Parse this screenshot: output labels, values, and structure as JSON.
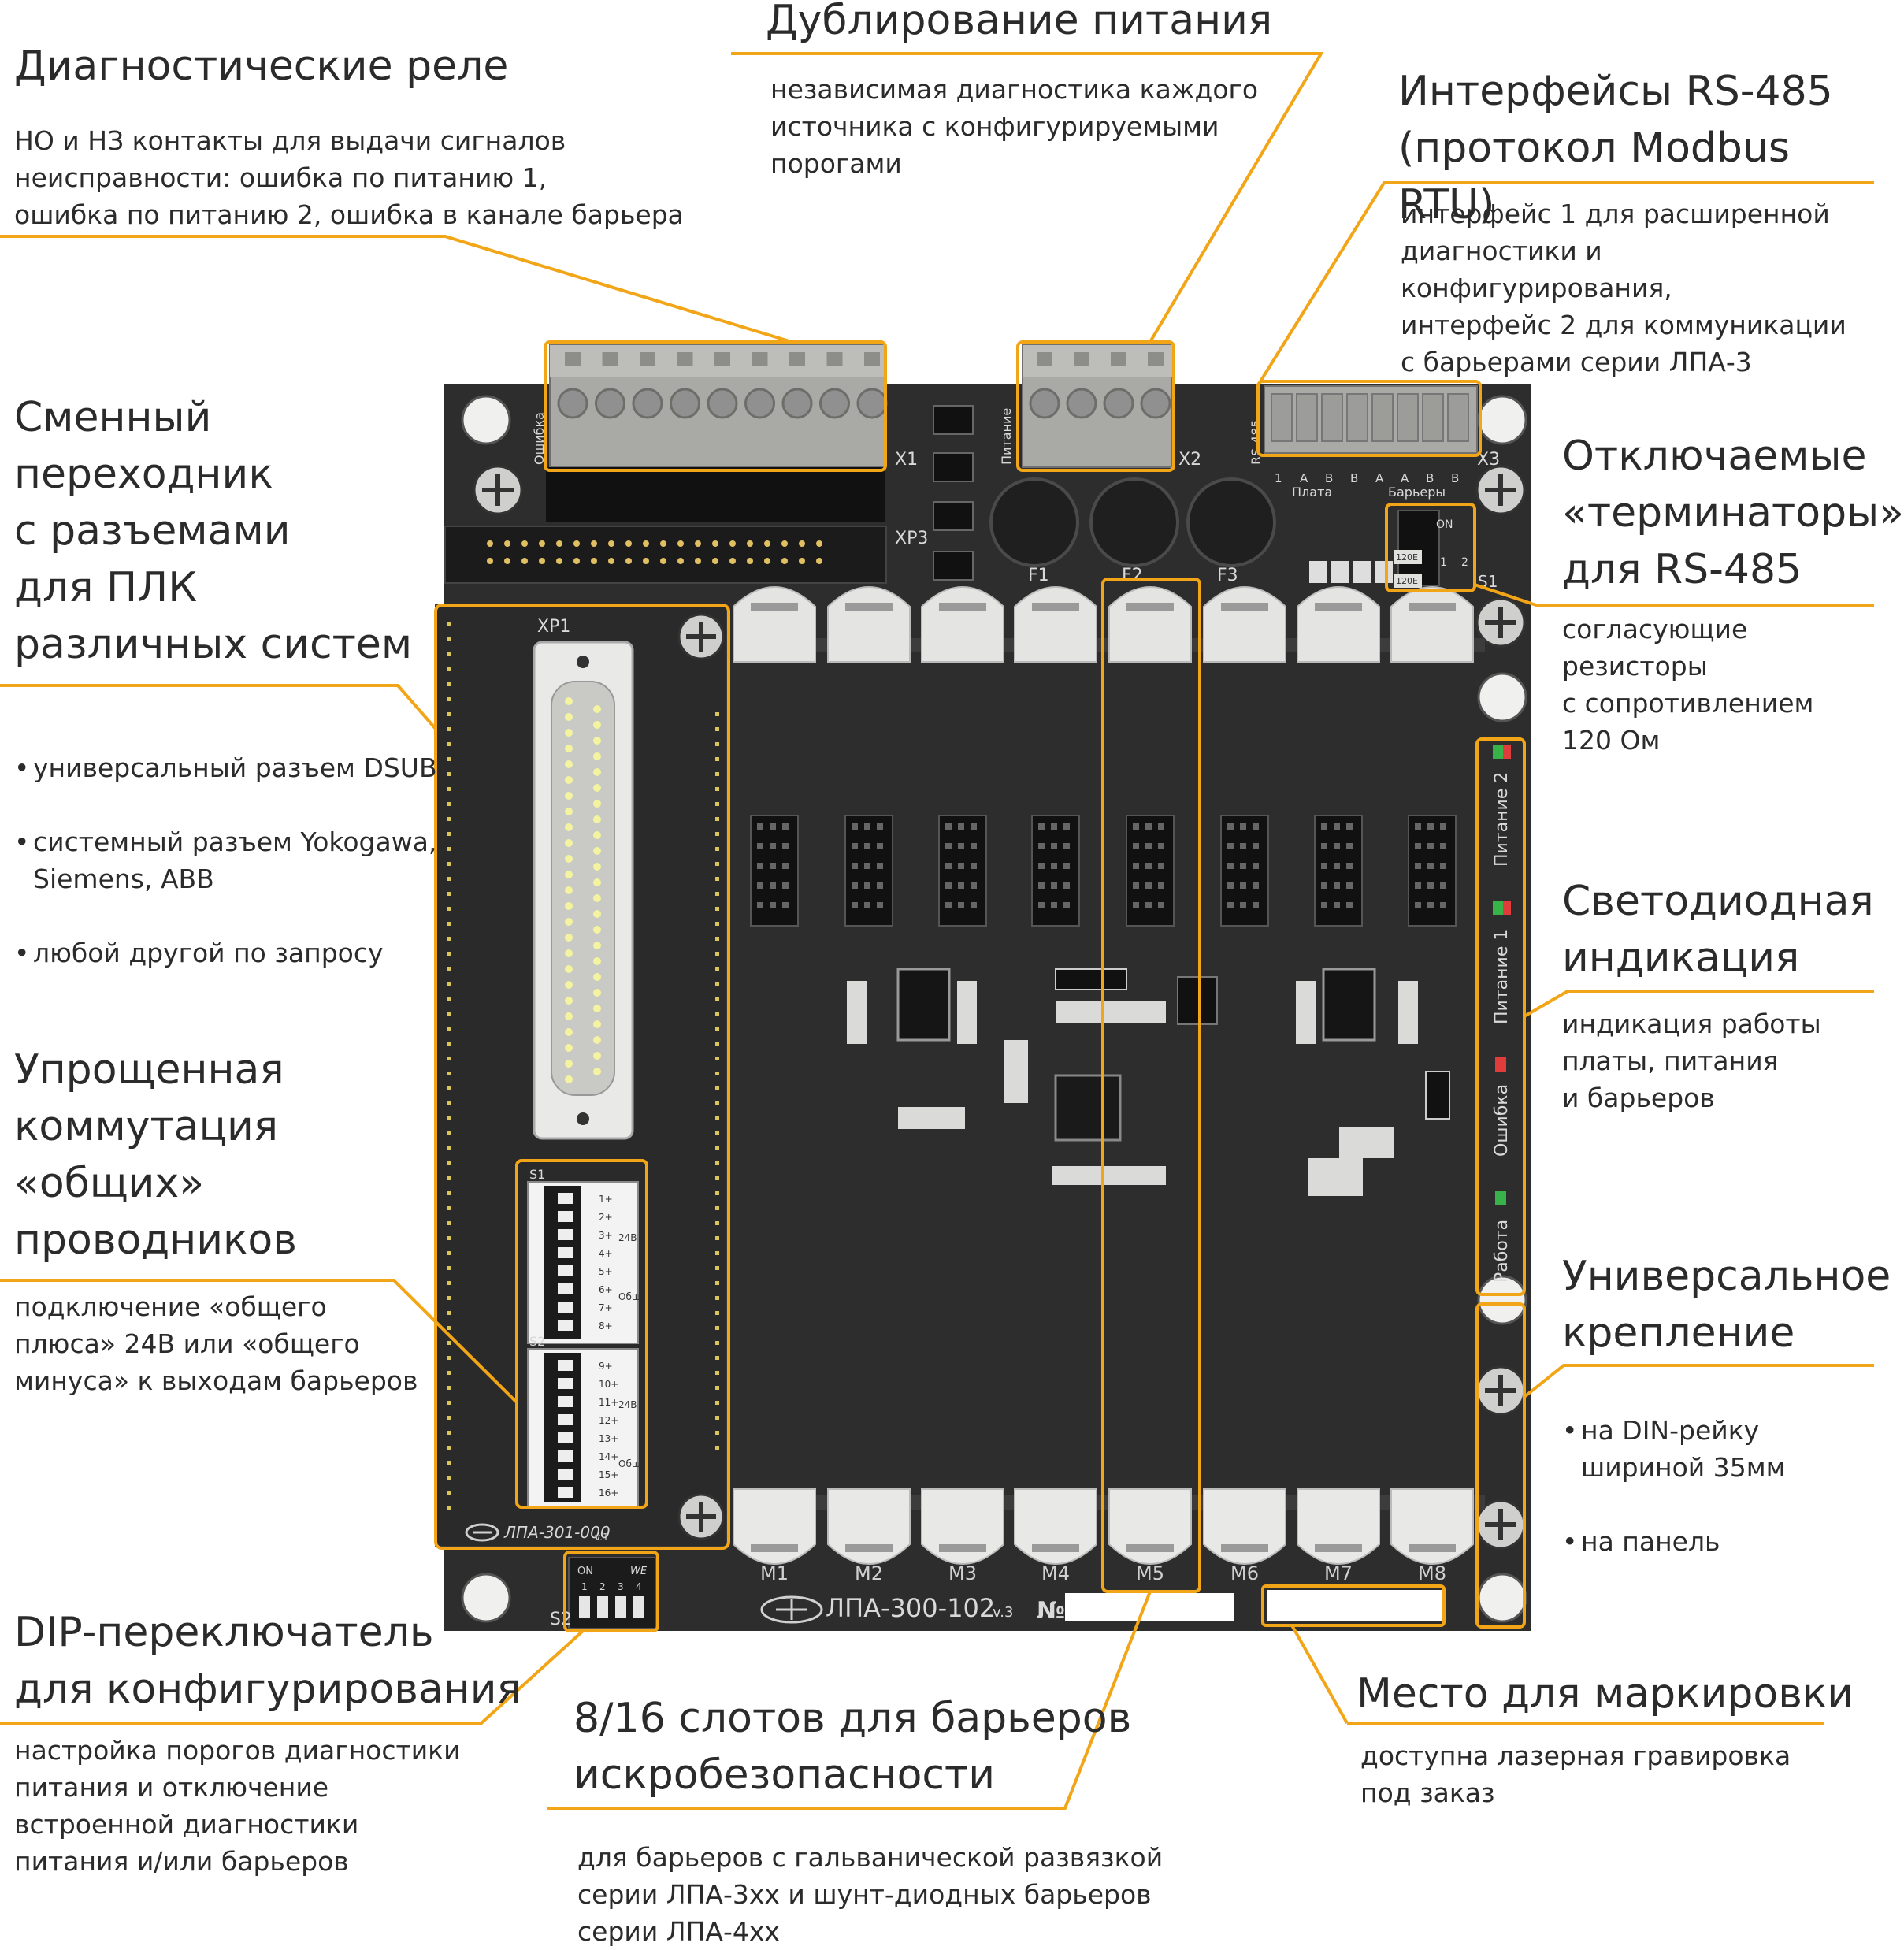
{
  "colors": {
    "accent": "#f2a516",
    "board": "#2e2d2e",
    "text": "#2b2b2b",
    "connector": "#a9a9a6",
    "barrier": "#e4e4e2"
  },
  "annotations": {
    "diag_relay": {
      "title": "Диагностические реле",
      "desc": "НО и НЗ контакты для выдачи сигналов\nнеисправности: ошибка по питанию 1,\nошибка по питанию 2, ошибка в канале барьера"
    },
    "power_dup": {
      "title": "Дублирование питания",
      "desc": "независимая диагностика каждого\nисточника с конфигурируемыми\nпорогами"
    },
    "rs485": {
      "title": "Интерфейсы RS-485\n(протокол Modbus RTU)",
      "desc": "интерфейс 1 для расширенной\nдиагностики и конфигурирования,\nинтерфейс 2 для коммуникации\nс барьерами серии ЛПА-3"
    },
    "adapter": {
      "title": "Сменный\nпереходник\nс разъемами\nдля ПЛК\nразличных систем",
      "bullets": [
        "универсальный разъем DSUB",
        "системный разъем Yokogawa,\nSiemens, ABB",
        "любой другой по запросу"
      ]
    },
    "terminators": {
      "title": "Отключаемые\n«терминаторы»\nдля RS-485",
      "desc": "согласующие резисторы\nс сопротивлением\n120 Ом"
    },
    "led": {
      "title": "Светодиодная\nиндикация",
      "desc": "индикация работы\nплаты, питания\nи барьеров"
    },
    "commons": {
      "title": "Упрощенная\nкоммутация\n«общих»\nпроводников",
      "desc": "подключение «общего\nплюса» 24В или «общего\nминуса» к выходам барьеров"
    },
    "mount": {
      "title": "Универсальное\nкрепление",
      "bullets": [
        "на DIN-рейку\nшириной 35мм",
        "на панель"
      ]
    },
    "dip": {
      "title": "DIP-переключатель\nдля конфигурирования",
      "desc": "настройка порогов диагностики\nпитания и отключение\nвстроенной диагностики\nпитания и/или барьеров"
    },
    "slots": {
      "title": "8/16 слотов для барьеров\nискробезопасности",
      "desc": "для барьеров с гальванической развязкой\nсерии ЛПА-3хх и шунт-диодных барьеров\nсерии ЛПА-4хх"
    },
    "marking": {
      "title": "Место для маркировки",
      "desc": "доступна лазерная гравировка\nпод заказ"
    }
  },
  "board": {
    "model": "ЛПА-300-102",
    "version": "v.3",
    "number_label": "№",
    "adapter_model": "ЛПА-301-000",
    "adapter_version": "v.1",
    "connectors": {
      "x1": "X1",
      "x2": "X2",
      "x3": "X3",
      "xp1": "XP1",
      "xp3": "XP3",
      "s1": "S1",
      "s2": "S2"
    },
    "connector_labels": {
      "x1_side": "Ошибка",
      "x2_side": "Питание",
      "x3_side": "RS-485",
      "plata": "Плата",
      "barrier": "Барьеры",
      "x3_pins": [
        "1",
        "A",
        "B",
        "B",
        "A",
        "A",
        "B",
        "B"
      ]
    },
    "fuses": [
      "F1",
      "F2",
      "F3"
    ],
    "slots": [
      "M1",
      "M2",
      "M3",
      "M4",
      "M5",
      "M6",
      "M7",
      "M8"
    ],
    "led_labels": [
      "Питание 2",
      "Питание 1",
      "Ошибка",
      "Работа"
    ],
    "dip_labels": {
      "on": "ON",
      "we": "WE",
      "nums": [
        "1",
        "2",
        "3",
        "4"
      ]
    },
    "switch_blocks": [
      {
        "name": "S1",
        "outputs": [
          "1+",
          "2+",
          "3+",
          "4+",
          "5+",
          "6+",
          "7+",
          "8+"
        ],
        "v24": "24В",
        "common": "Общ"
      },
      {
        "name": "S2",
        "outputs": [
          "9+",
          "10+",
          "11+",
          "12+",
          "13+",
          "14+",
          "15+",
          "16+"
        ],
        "v24": "24В",
        "common": "Общ"
      }
    ],
    "terminator_labels": {
      "on": "ON",
      "nums": [
        "1",
        "2"
      ],
      "res": "120E"
    }
  }
}
